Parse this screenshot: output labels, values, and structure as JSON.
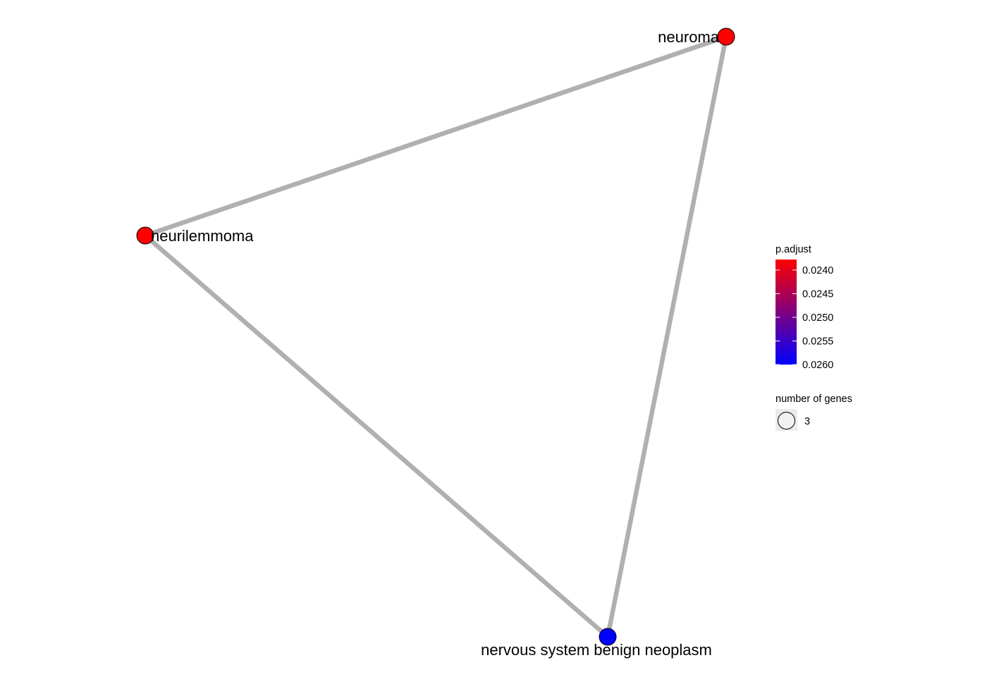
{
  "network": {
    "nodes": [
      {
        "id": "neuroma",
        "label": "neuroma",
        "p_adjust": 0.0238,
        "gene_count": 3,
        "color": "#ff0000"
      },
      {
        "id": "neurilemmoma",
        "label": "neurilemmoma",
        "p_adjust": 0.0238,
        "gene_count": 3,
        "color": "#ff0000"
      },
      {
        "id": "nervous-system-benign-neoplasm",
        "label": "nervous system benign neoplasm",
        "p_adjust": 0.0262,
        "gene_count": 3,
        "color": "#0000ff"
      }
    ],
    "edges": [
      {
        "from": "neuroma",
        "to": "neurilemmoma"
      },
      {
        "from": "neuroma",
        "to": "nervous-system-benign-neoplasm"
      },
      {
        "from": "neurilemmoma",
        "to": "nervous-system-benign-neoplasm"
      }
    ],
    "edge_color": "#b0b0b0",
    "node_stroke_color": "#000000"
  },
  "legend": {
    "color_title": "p.adjust",
    "color_ticks": [
      "0.0240",
      "0.0245",
      "0.0250",
      "0.0255",
      "0.0260"
    ],
    "color_low": "#ff0000",
    "color_high": "#0000ff",
    "size_title": "number of genes",
    "size_values": [
      "3"
    ],
    "size_key_background": "#ebebeb",
    "size_key_fill": "#f2f2f2"
  }
}
